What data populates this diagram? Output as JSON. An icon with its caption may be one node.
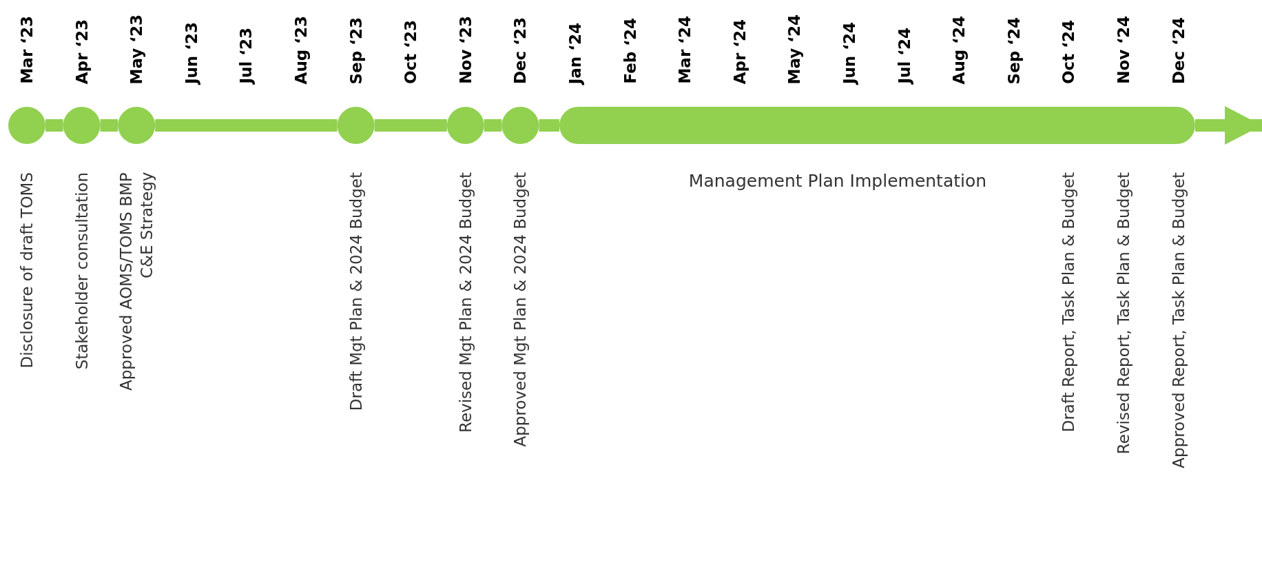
{
  "diagram": {
    "nodes": [
      {
        "text": [],
        "shape": "circle",
        "beside": [
          "Disclosure of draft TOMS"
        ]
      },
      {
        "text": [],
        "shape": "circle",
        "beside": [
          "Stakeholder consultation"
        ]
      },
      {
        "text": [],
        "shape": "circle",
        "beside": [
          "Approved AOMS/TOMS BMP C&E Strategy"
        ]
      },
      {
        "text": [],
        "shape": "circle",
        "beside": [
          "Draft Mgt Plan & 2024 Budget"
        ]
      },
      {
        "text": [],
        "shape": "circle",
        "beside": [
          "Revised Mgt Plan & 2024 Budget"
        ]
      },
      {
        "text": [],
        "shape": "circle",
        "beside": [
          "Approved Mgt Plan & 2024 Budget"
        ]
      },
      {
        "text": [],
        "shape": "bar",
        "beside": [
          "Management Plan Implementation",
          "Draft Report, Task Plan & Budget",
          "Revised Report, Task Plan & Budget",
          "Approved Report, Task Plan & Budget"
        ]
      }
    ],
    "edges": [
      {
        "from": 0,
        "to": 1,
        "arrow": "none"
      },
      {
        "from": 1,
        "to": 2,
        "arrow": "none"
      },
      {
        "from": 2,
        "to": 3,
        "arrow": "none"
      },
      {
        "from": 3,
        "to": 4,
        "arrow": "none"
      },
      {
        "from": 4,
        "to": 5,
        "arrow": "none"
      },
      {
        "from": 5,
        "to": 6,
        "arrow": "none"
      },
      {
        "from": 6,
        "to": null,
        "arrow": "to"
      }
    ],
    "labels": [
      "Mar ‘23",
      "Apr ‘23",
      "May ‘23",
      "Jun ‘23",
      "Jul ‘23",
      "Aug ‘23",
      "Sep ‘23",
      "Oct ‘23",
      "Nov ‘23",
      "Dec ‘23",
      "Jan ‘24",
      "Feb ‘24",
      "Mar ‘24",
      "Apr ‘24",
      "May ‘24",
      "Jun ‘24",
      "Jul ‘24",
      "Aug ‘24",
      "Sep ‘24",
      "Oct ‘24",
      "Nov ‘24",
      "Dec ‘24"
    ]
  }
}
